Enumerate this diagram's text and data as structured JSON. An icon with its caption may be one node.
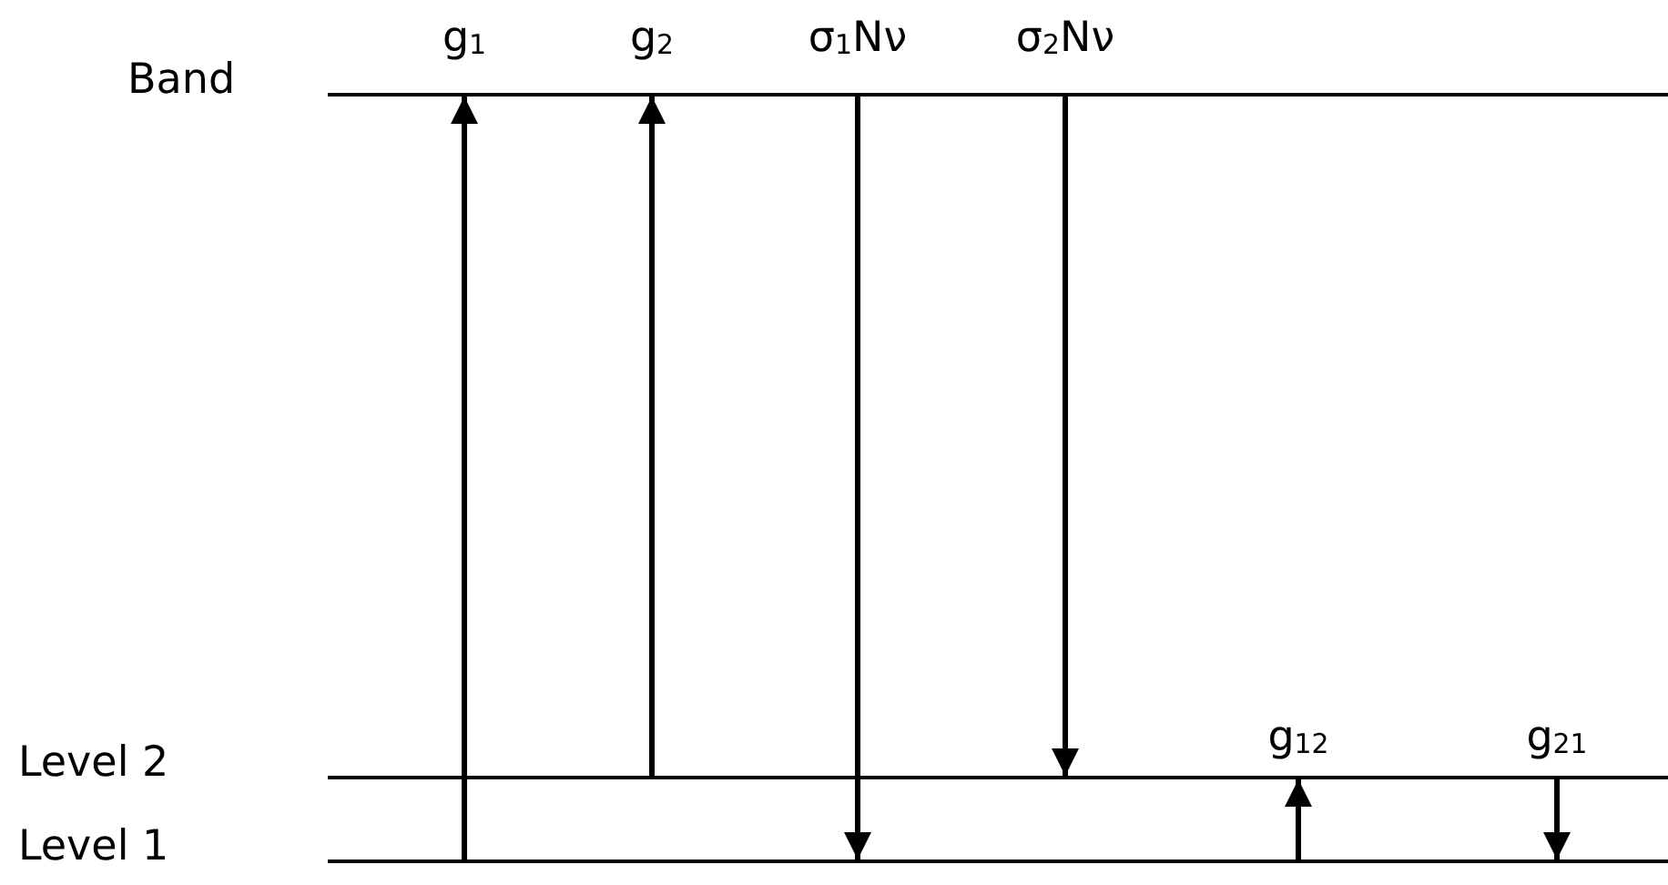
{
  "diagram": {
    "nodes": [
      {
        "text": [
          "Band"
        ]
      },
      {
        "text": [
          "Level 2"
        ]
      },
      {
        "text": [
          "Level 1"
        ]
      }
    ],
    "edges": [
      {
        "from": 2,
        "to": 0,
        "arrow": "to",
        "label": "g$_{1}$"
      },
      {
        "from": 1,
        "to": 0,
        "arrow": "to",
        "label": "g$_{2}$"
      },
      {
        "from": 0,
        "to": 2,
        "arrow": "to",
        "label": "σ$_{1}$Nν"
      },
      {
        "from": 0,
        "to": 1,
        "arrow": "to",
        "label": "σ$_{2}$Nν"
      },
      {
        "from": 2,
        "to": 1,
        "arrow": "to",
        "label": "g$_{12}$"
      },
      {
        "from": 1,
        "to": 2,
        "arrow": "to",
        "label": "g$_{21}$"
      }
    ]
  }
}
